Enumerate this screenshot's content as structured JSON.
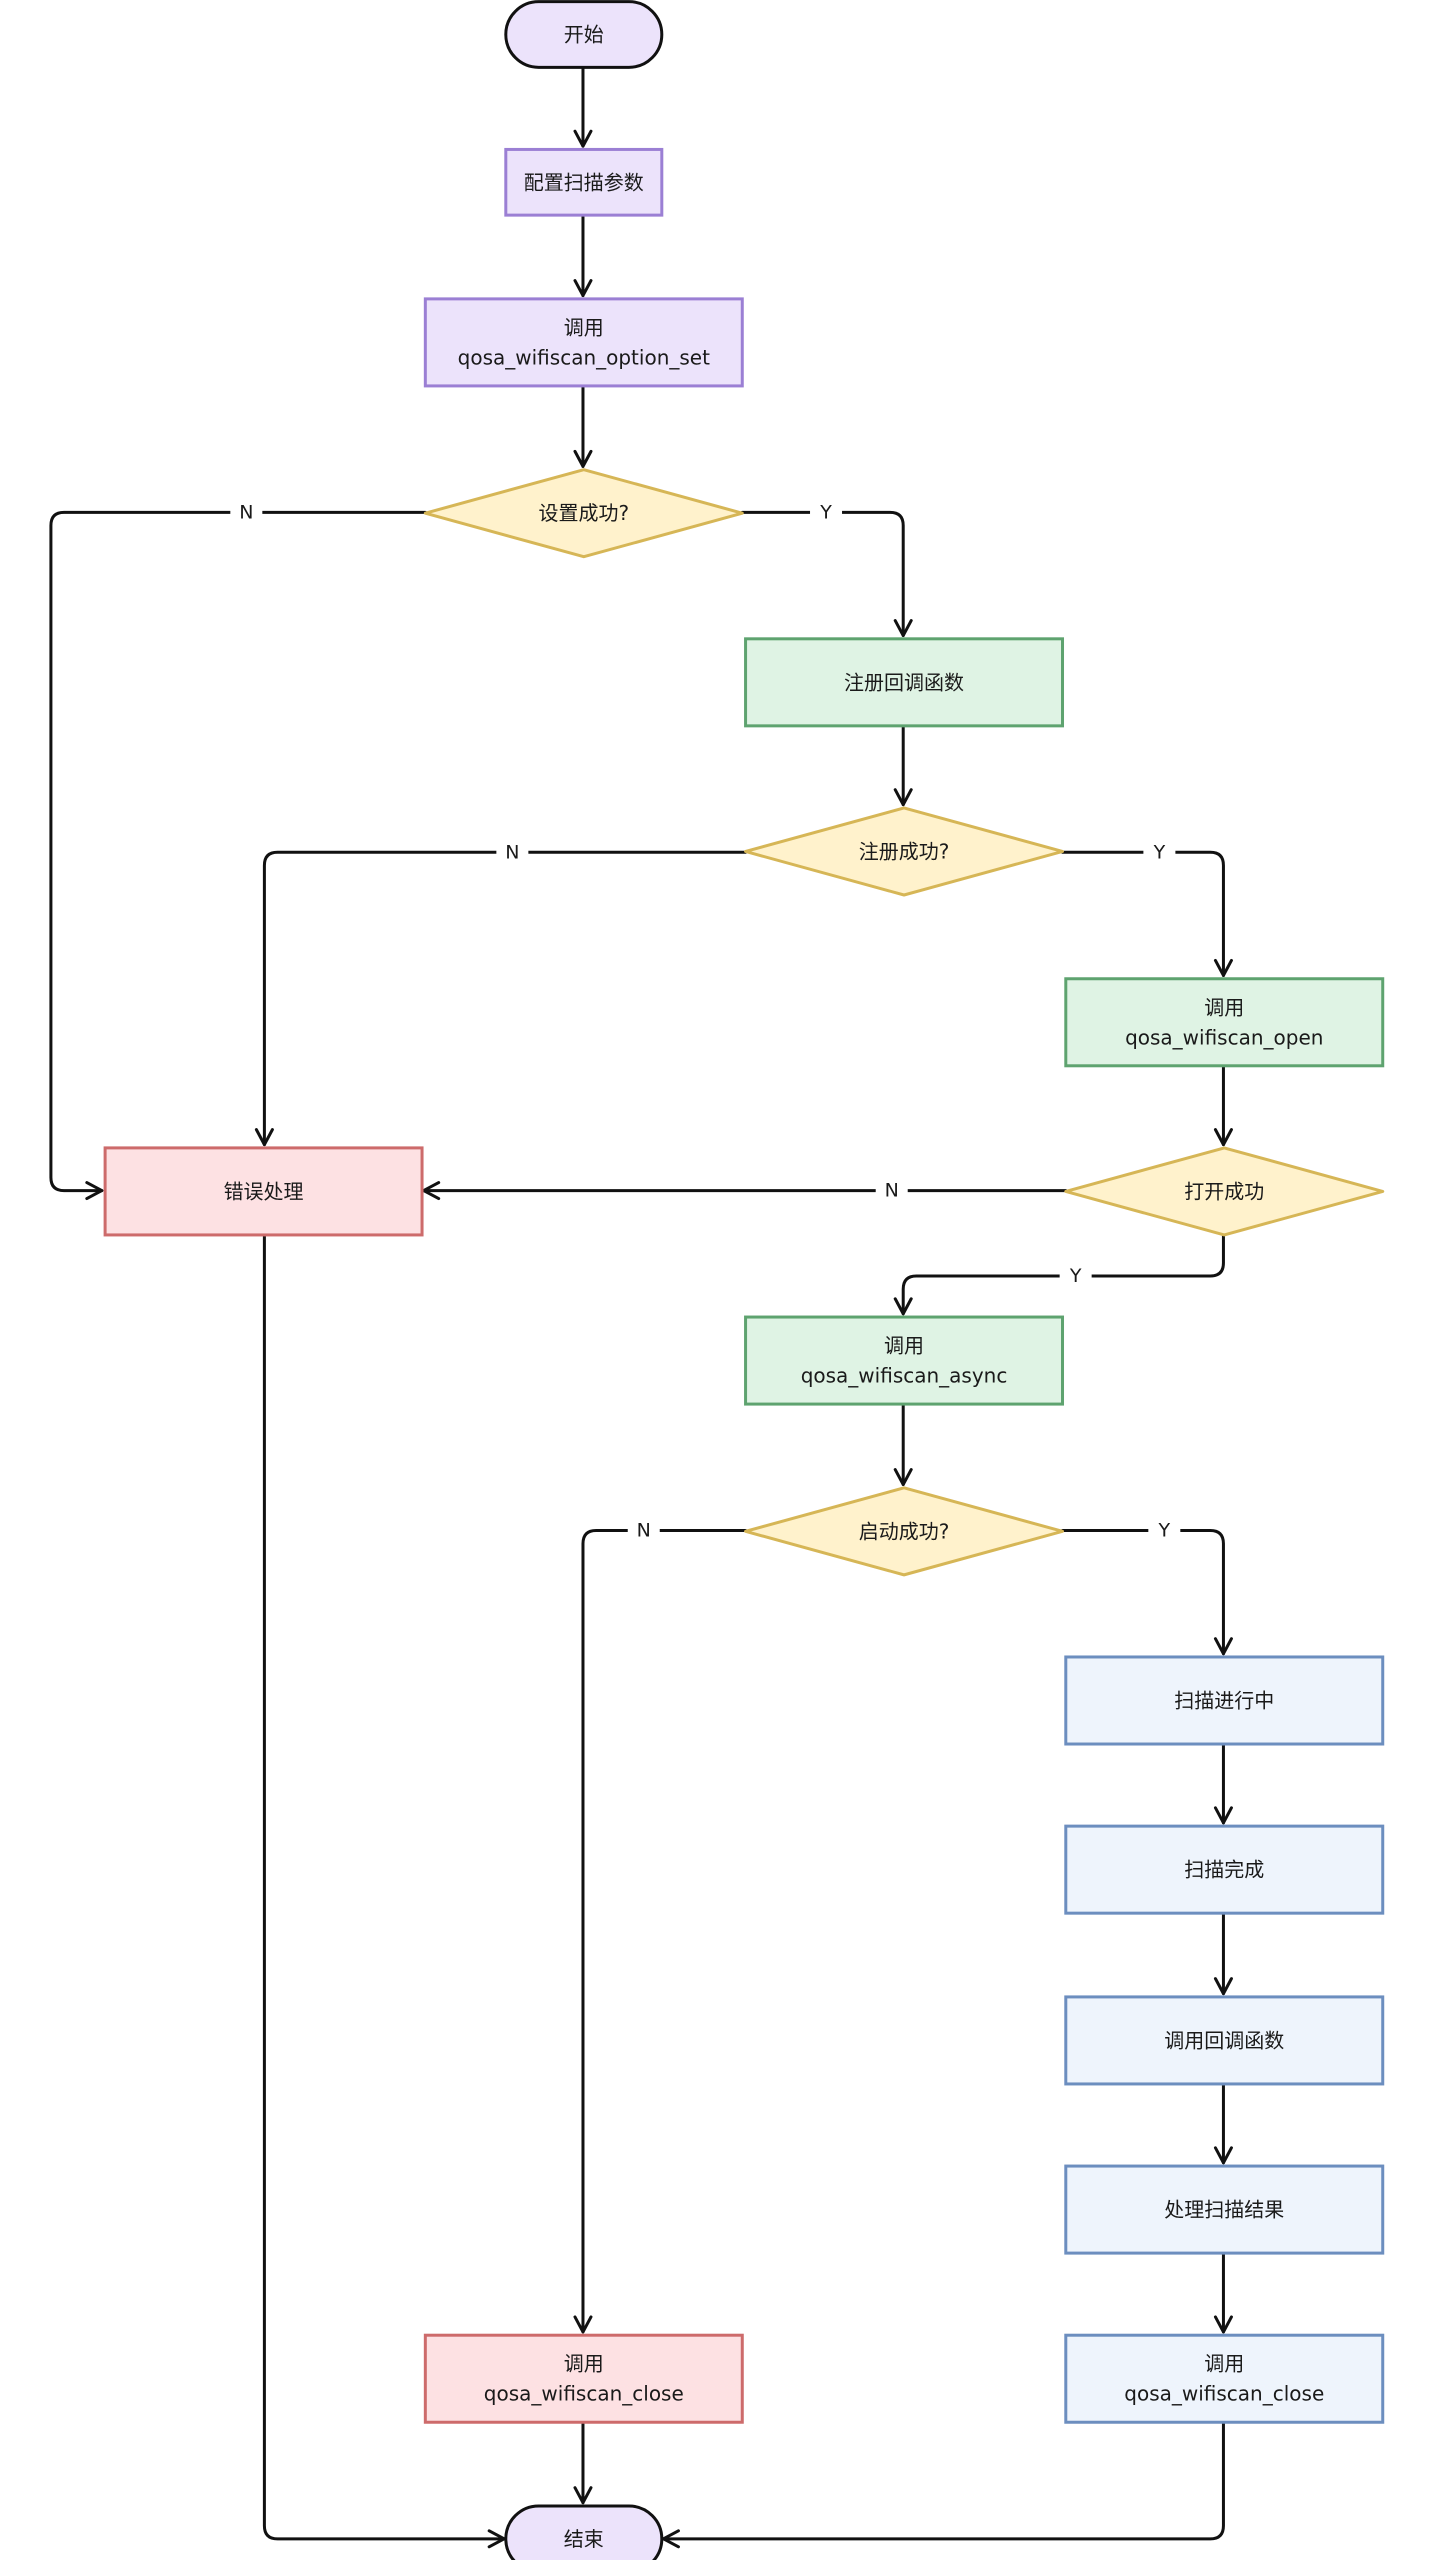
{
  "colors": {
    "terminal": {
      "fill": "#ece3fb",
      "stroke": "#111111"
    },
    "config": {
      "fill": "#ece3fb",
      "stroke": "#9b7fd4"
    },
    "decision": {
      "fill": "#fff2cc",
      "stroke": "#d6b656"
    },
    "register": {
      "fill": "#dff3e4",
      "stroke": "#5ea36f"
    },
    "error": {
      "fill": "#fde1e3",
      "stroke": "#cd6b6b"
    },
    "scan": {
      "fill": "#eef4fc",
      "stroke": "#6c8ebf"
    },
    "edge": "#111111"
  },
  "nodes": {
    "start": {
      "lines": [
        "开始"
      ]
    },
    "config_params": {
      "lines": [
        "配置扫描参数"
      ]
    },
    "call_option_set": {
      "lines": [
        "调用",
        "qosa_wifiscan_option_set"
      ]
    },
    "set_ok": {
      "lines": [
        "设置成功?"
      ]
    },
    "register_cb": {
      "lines": [
        "注册回调函数"
      ]
    },
    "register_ok": {
      "lines": [
        "注册成功?"
      ]
    },
    "call_open": {
      "lines": [
        "调用",
        "qosa_wifiscan_open"
      ]
    },
    "open_ok": {
      "lines": [
        "打开成功"
      ]
    },
    "error_handling": {
      "lines": [
        "错误处理"
      ]
    },
    "call_async": {
      "lines": [
        "调用",
        "qosa_wifiscan_async"
      ]
    },
    "start_ok": {
      "lines": [
        "启动成功?"
      ]
    },
    "scanning": {
      "lines": [
        "扫描进行中"
      ]
    },
    "scan_done": {
      "lines": [
        "扫描完成"
      ]
    },
    "call_callback": {
      "lines": [
        "调用回调函数"
      ]
    },
    "process_results": {
      "lines": [
        "处理扫描结果"
      ]
    },
    "call_close_error": {
      "lines": [
        "调用",
        "qosa_wifiscan_close"
      ]
    },
    "call_close_ok": {
      "lines": [
        "调用",
        "qosa_wifiscan_close"
      ]
    },
    "end": {
      "lines": [
        "结束"
      ]
    }
  },
  "edge_labels": {
    "set_no": "N",
    "set_yes": "Y",
    "register_no": "N",
    "register_yes": "Y",
    "open_no": "N",
    "open_yes": "Y",
    "start_no": "N",
    "start_yes": "Y"
  }
}
